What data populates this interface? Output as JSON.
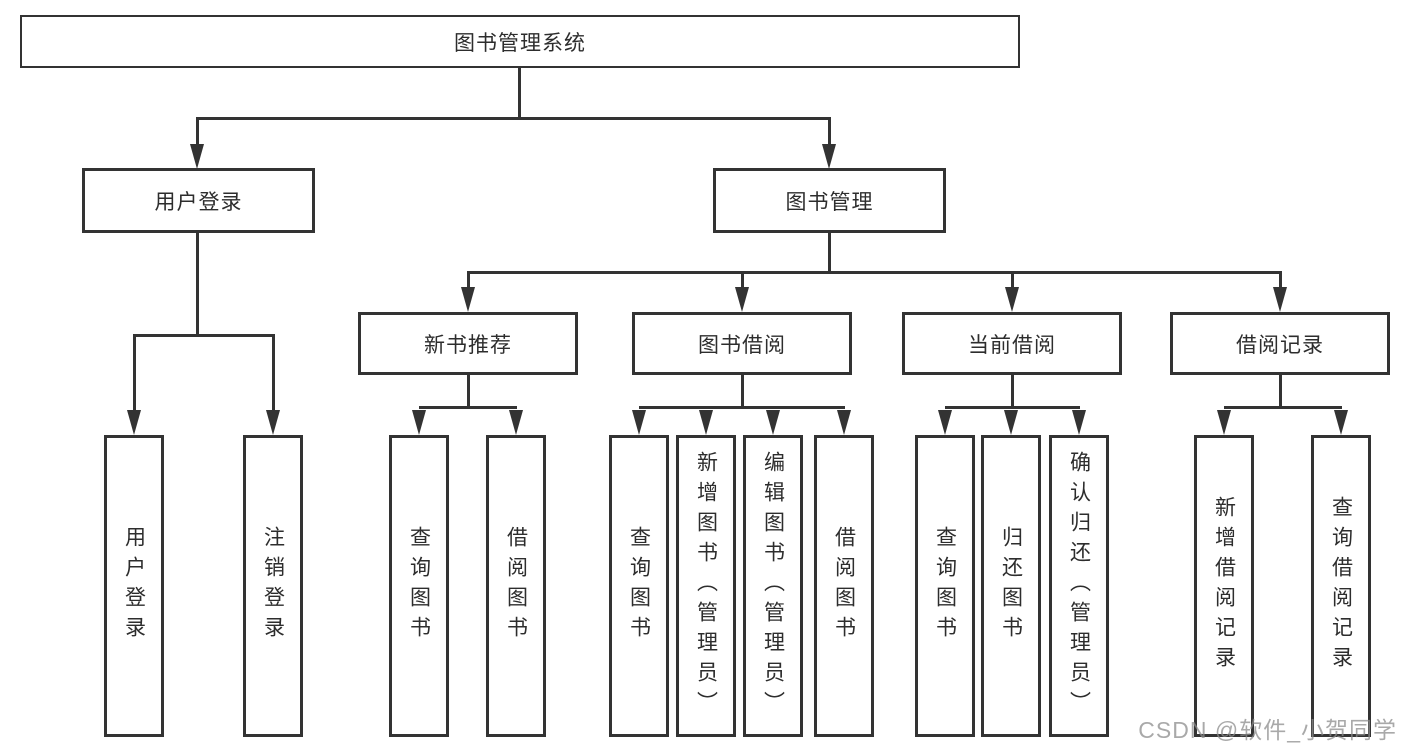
{
  "tree": {
    "label": "图书管理系统",
    "children": [
      {
        "label": "用户登录",
        "children": [
          {
            "label": "用户登录"
          },
          {
            "label": "注销登录"
          }
        ]
      },
      {
        "label": "图书管理",
        "children": [
          {
            "label": "新书推荐",
            "children": [
              {
                "label": "查询图书"
              },
              {
                "label": "借阅图书"
              }
            ]
          },
          {
            "label": "图书借阅",
            "children": [
              {
                "label": "查询图书"
              },
              {
                "label": "新增图书（管理员）"
              },
              {
                "label": "编辑图书（管理员）"
              },
              {
                "label": "借阅图书"
              }
            ]
          },
          {
            "label": "当前借阅",
            "children": [
              {
                "label": "查询图书"
              },
              {
                "label": "归还图书"
              },
              {
                "label": "确认归还（管理员）"
              }
            ]
          },
          {
            "label": "借阅记录",
            "children": [
              {
                "label": "新增借阅记录"
              },
              {
                "label": "查询借阅记录"
              }
            ]
          }
        ]
      }
    ]
  },
  "watermark": {
    "text": "CSDN @软件_小贺同学"
  },
  "colors": {
    "line": "#333333",
    "text": "#2d2d2d",
    "background": "#ffffff",
    "watermark": "#8c8c8c"
  }
}
